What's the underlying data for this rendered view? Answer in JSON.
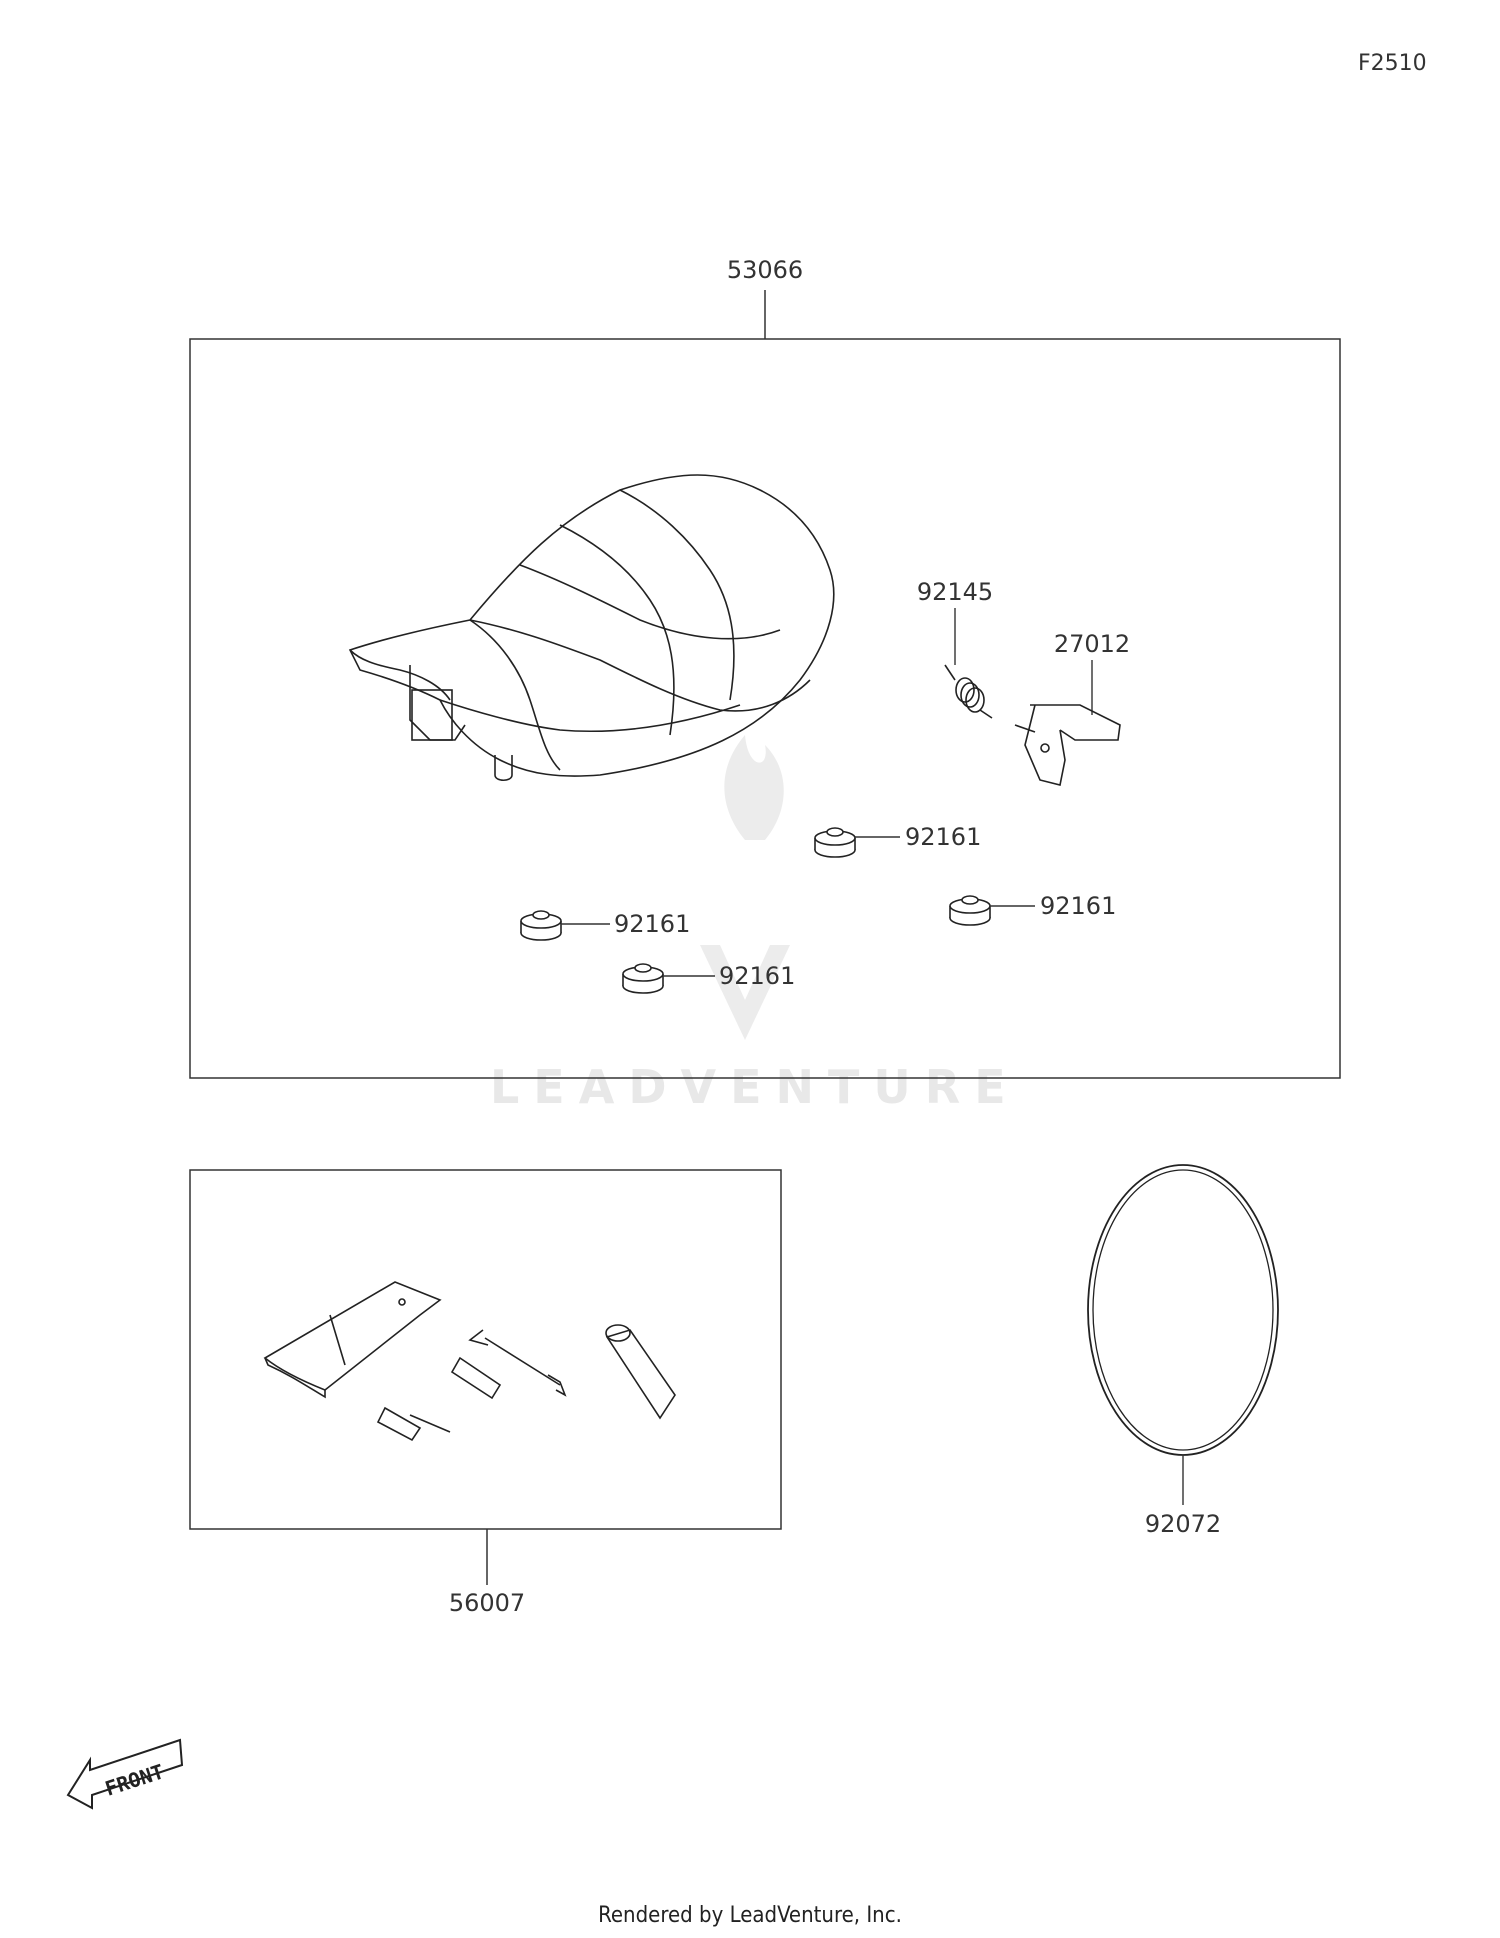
{
  "figure_code": "F2510",
  "watermark": "LEADVENTURE",
  "footer": "Rendered by LeadVenture, Inc.",
  "front_arrow_label": "FRONT",
  "parts": {
    "seat_assembly": "53066",
    "spring": "92145",
    "lever": "27012",
    "damper_right_upper": "92161",
    "damper_right": "92161",
    "damper_left": "92161",
    "damper_center": "92161",
    "tool_kit": "56007",
    "o_ring": "92072"
  }
}
